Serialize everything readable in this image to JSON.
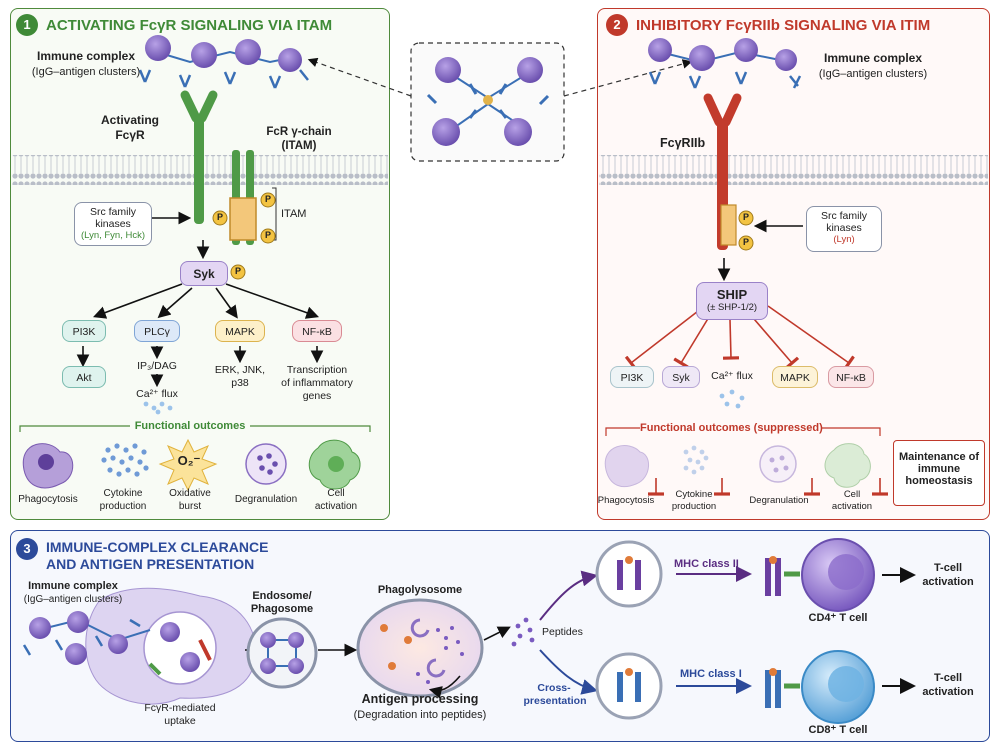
{
  "panel1": {
    "number": "1",
    "title": "ACTIVATING FcγR SIGNALING VIA ITAM",
    "immune_complex_title": "Immune complex",
    "immune_complex_sub": "(IgG–antigen clusters)",
    "receptor_line1": "Activating",
    "receptor_line2": "FcγR",
    "gamma_chain_line1": "FcR γ-chain",
    "gamma_chain_line2": "(ITAM)",
    "itam": "ITAM",
    "src_line1": "Src family",
    "src_line2": "kinases",
    "src_kinases": "(Lyn, Fyn, Hck)",
    "syk": "Syk",
    "p": "P",
    "pi3k": "PI3K",
    "akt": "Akt",
    "plcg": "PLCγ",
    "ip3": "IP₃/DAG",
    "ca_flux": "Ca²⁺ flux",
    "mapk": "MAPK",
    "mapk_out_line1": "ERK, JNK,",
    "mapk_out_line2": "p38",
    "nfkb": "NF-κB",
    "nfkb_out_line1": "Transcription",
    "nfkb_out_line2": "of inflammatory",
    "nfkb_out_line3": "genes",
    "functional_outcomes": "Functional outcomes",
    "o2": "O₂⁻",
    "outcomes": [
      "Phagocytosis",
      "Cytokine",
      "production",
      "Oxidative",
      "burst",
      "Degranulation",
      "Cell",
      "activation"
    ]
  },
  "center": {},
  "panel2": {
    "number": "2",
    "title": "INHIBITORY FcγRIIb SIGNALING VIA ITIM",
    "immune_complex_title": "Immune complex",
    "immune_complex_sub": "(IgG–antigen clusters)",
    "receptor": "FcγRIIb",
    "src_line1": "Src family",
    "src_line2": "kinases",
    "src_kinase": "(Lyn)",
    "ship": "SHIP",
    "ship_sub": "(± SHP-1/2)",
    "targets": [
      "PI3K",
      "Syk",
      "Ca²⁺ flux",
      "MAPK",
      "NF-κB"
    ],
    "functional_outcomes": "Functional outcomes (suppressed)",
    "outcomes": [
      "Phagocytosis",
      "Cytokine",
      "production",
      "Degranulation",
      "Cell",
      "activation"
    ],
    "homeostasis_line1": "Maintenance of",
    "homeostasis_line2": "immune",
    "homeostasis_line3": "homeostasis"
  },
  "panel3": {
    "number": "3",
    "title_line1": "IMMUNE-COMPLEX CLEARANCE",
    "title_line2": "AND ANTIGEN PRESENTATION",
    "immune_complex_title": "Immune complex",
    "immune_complex_sub": "(IgG–antigen clusters)",
    "uptake_line1": "FcγR-mediated",
    "uptake_line2": "uptake",
    "endosome_line1": "Endosome/",
    "endosome_line2": "Phagosome",
    "phagolysosome": "Phagolysosome",
    "antigen_processing": "Antigen processing",
    "degradation": "(Degradation into peptides)",
    "peptides": "Peptides",
    "cross_line1": "Cross-",
    "cross_line2": "presentation",
    "mhc2": "MHC class II",
    "mhc1": "MHC class I",
    "cd4": "CD4⁺ T cell",
    "cd8": "CD8⁺ T cell",
    "tcell_line1": "T-cell",
    "tcell_line2": "activation"
  },
  "colors": {
    "activating": "#3f8a37",
    "inhibitory": "#c0392b",
    "clearance": "#2c4a9a",
    "antigen": "#8a6fc2",
    "antibody": "#3a6fb5"
  }
}
